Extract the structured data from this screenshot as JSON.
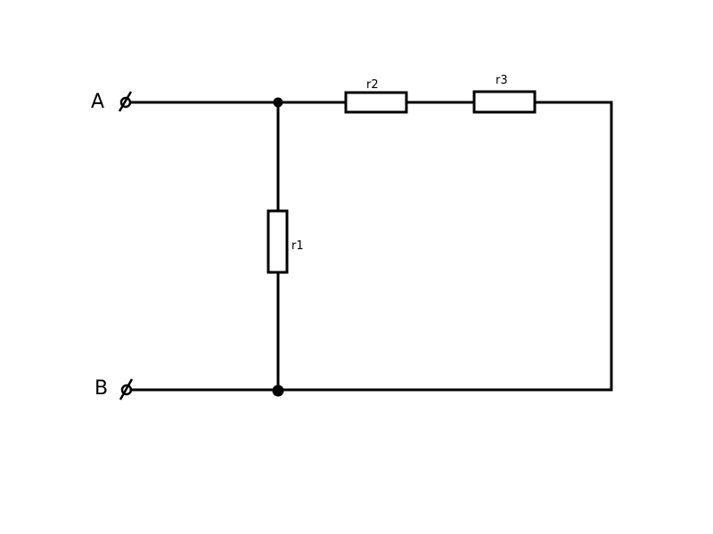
{
  "terminals": {
    "a": "A",
    "b": "B"
  },
  "resistors": {
    "r1": "r1",
    "r2": "r2",
    "r3": "r3"
  },
  "colors": {
    "line": "#000000",
    "background": "#ffffff"
  }
}
